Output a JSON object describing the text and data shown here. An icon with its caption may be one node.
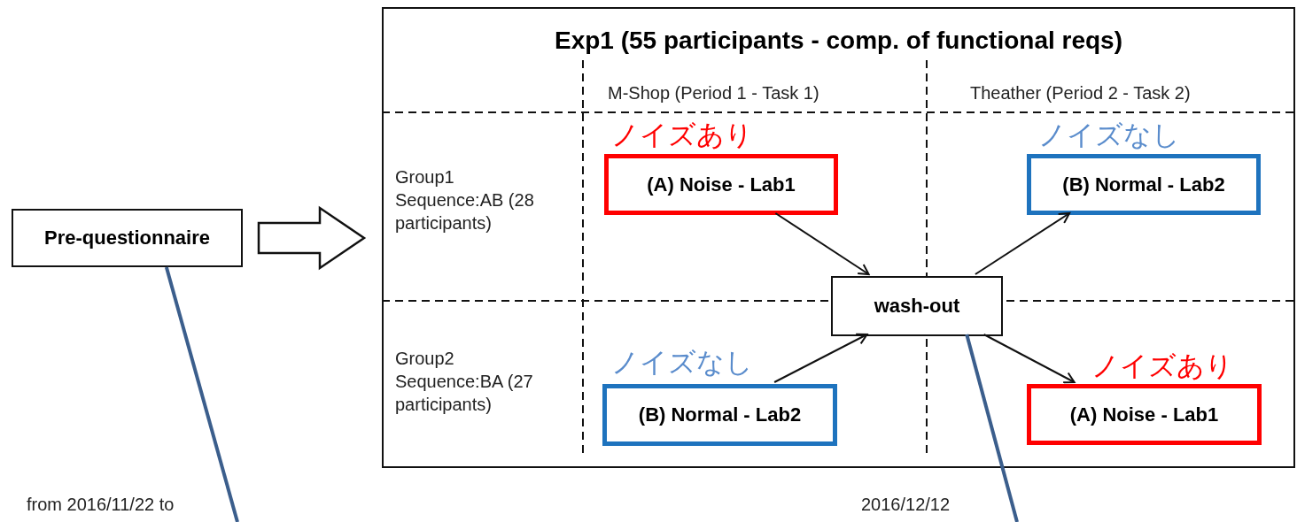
{
  "diagram": {
    "nodes": [
      {
        "text": [
          "Pre-questionnaire"
        ]
      },
      {
        "text": [
          "Exp1 (55 participants - comp. of functional reqs)"
        ]
      },
      {
        "text": [
          "(A) Noise - Lab1"
        ],
        "in": 1,
        "beside": [
          "ノイズあり"
        ]
      },
      {
        "text": [
          "(B) Normal - Lab2"
        ],
        "in": 1,
        "beside": [
          "ノイズなし"
        ]
      },
      {
        "text": [
          "wash-out"
        ],
        "in": 1
      },
      {
        "text": [
          "(B) Normal - Lab2"
        ],
        "in": 1,
        "beside": [
          "ノイズなし"
        ]
      },
      {
        "text": [
          "(A) Noise - Lab1"
        ],
        "in": 1,
        "beside": [
          "ノイズあり"
        ]
      }
    ],
    "edges": [
      {
        "from": 0,
        "to": 1,
        "arrow": "to",
        "style": "thick"
      },
      {
        "from": 2,
        "to": 4,
        "arrow": "to"
      },
      {
        "from": 4,
        "to": 3,
        "arrow": "to"
      },
      {
        "from": 5,
        "to": 4,
        "arrow": "to"
      },
      {
        "from": 4,
        "to": 6,
        "arrow": "to"
      },
      {
        "from": 0,
        "to": null,
        "arrow": "none",
        "color": "#3b5e8c"
      },
      {
        "from": 4,
        "to": null,
        "arrow": "none",
        "color": "#3b5e8c"
      }
    ],
    "labels": [
      "M-Shop (Period 1 - Task 1)",
      "Theather (Period 2 - Task 2)",
      "Group1 Sequence:AB (28 participants)",
      "Group2 Sequence:BA (27 participants)",
      "from 2016/11/22 to",
      "2016/12/12"
    ]
  }
}
